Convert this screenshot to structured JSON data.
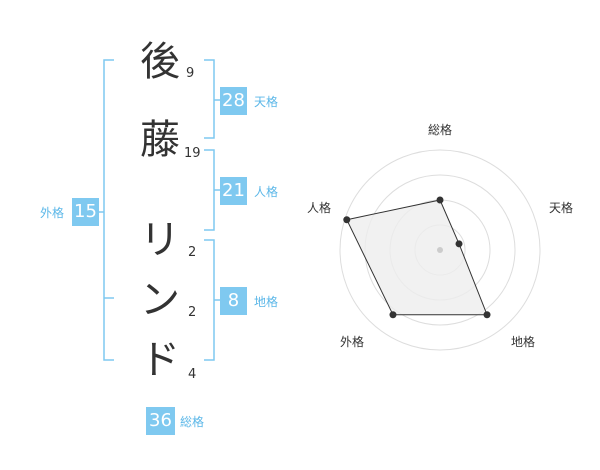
{
  "name_chars": [
    {
      "char": "後",
      "strokes": "9"
    },
    {
      "char": "藤",
      "strokes": "19"
    },
    {
      "char": "リ",
      "strokes": "2"
    },
    {
      "char": "ン",
      "strokes": "2"
    },
    {
      "char": "ド",
      "strokes": "4"
    }
  ],
  "fortunes": {
    "tenkaku": {
      "value": "28",
      "label": "天格"
    },
    "jinkaku": {
      "value": "21",
      "label": "人格"
    },
    "chikaku": {
      "value": "8",
      "label": "地格"
    },
    "gaikaku": {
      "value": "15",
      "label": "外格"
    },
    "soukaku": {
      "value": "36",
      "label": "総格"
    }
  },
  "chart_data": {
    "type": "radar",
    "axes": [
      "総格",
      "天格",
      "地格",
      "外格",
      "人格"
    ],
    "values": [
      0.5,
      0.2,
      0.8,
      0.8,
      0.98
    ],
    "range": [
      0,
      1
    ]
  },
  "colors": {
    "accent": "#7fc9f0",
    "accent_text": "#5bb7e8",
    "bracket": "#7fc9f0",
    "radar_ring": "#dddddd",
    "radar_fill": "#eeeeee",
    "radar_line": "#333333"
  }
}
